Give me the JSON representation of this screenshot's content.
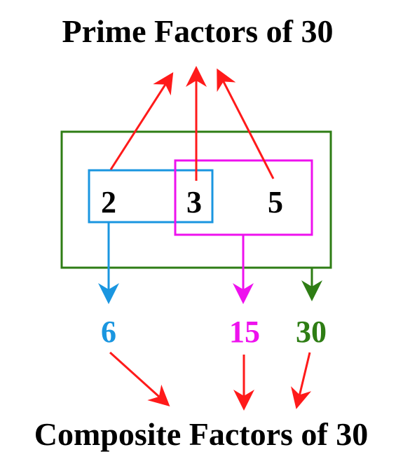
{
  "title_top": "Prime Factors of 30",
  "title_bottom": "Composite Factors of 30",
  "primes": [
    "2",
    "3",
    "5"
  ],
  "composites": [
    {
      "label": "6",
      "color": "#1a96e0"
    },
    {
      "label": "15",
      "color": "#ee11ee"
    },
    {
      "label": "30",
      "color": "#2e7d14"
    }
  ],
  "colors": {
    "arrow": "#ff1a1a",
    "box_2_3": "#1a96e0",
    "box_3_5": "#ee11ee",
    "box_all": "#2e7d14",
    "text": "#000000"
  }
}
